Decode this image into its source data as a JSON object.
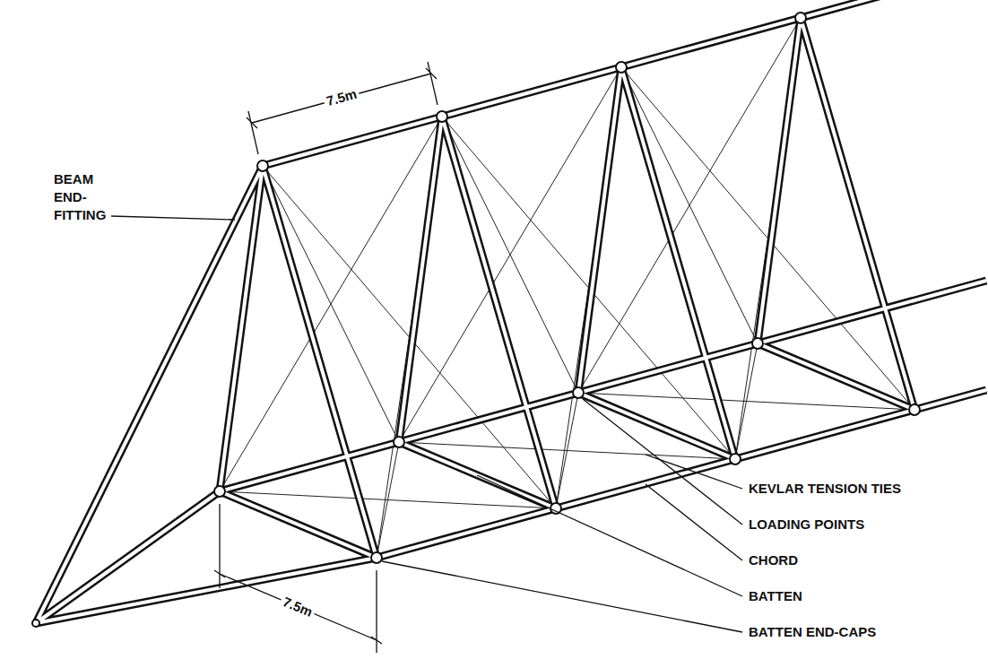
{
  "diagram": {
    "labels": [
      "7.5m",
      "BEAM END-FITTING",
      "KEVLAR TENSION TIES",
      "LOADING POINTS",
      "CHORD",
      "BATTEN",
      "BATTEN END-CAPS",
      "7.5m"
    ]
  }
}
